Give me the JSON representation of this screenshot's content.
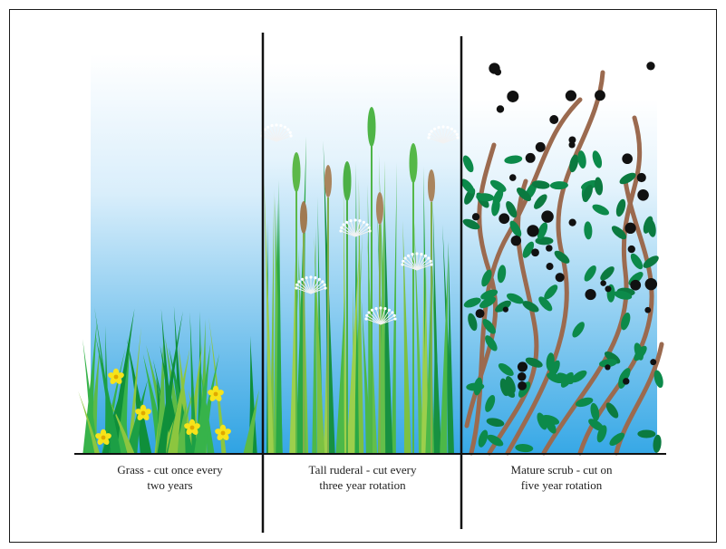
{
  "panels": [
    {
      "name": "grass",
      "caption_line1": "Grass - cut once every",
      "caption_line2": "two years"
    },
    {
      "name": "tall-ruderal",
      "caption_line1": "Tall ruderal - cut every",
      "caption_line2": "three year rotation"
    },
    {
      "name": "mature-scrub",
      "caption_line1": "Mature scrub - cut on",
      "caption_line2": "five year rotation"
    }
  ],
  "colors": {
    "sky_top": "#ffffff",
    "sky_bottom": "#2fa3e3",
    "grass_dark": "#0f8f3a",
    "grass_mid": "#37b34a",
    "grass_light": "#8cc63f",
    "flower": "#f7e31a",
    "stem_brown": "#9b6a4f",
    "leaf": "#0c8a4a",
    "berry": "#111111",
    "divider": "#111111"
  }
}
